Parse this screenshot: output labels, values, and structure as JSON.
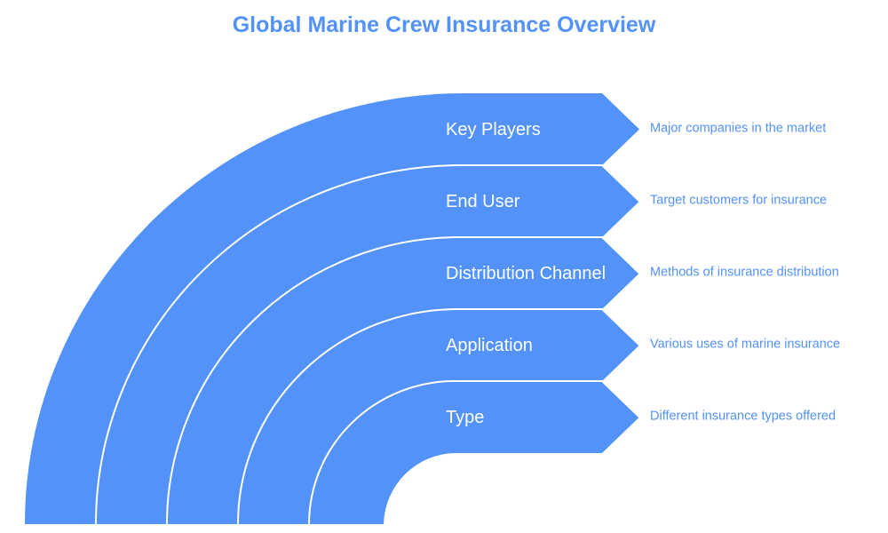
{
  "title": "Global Marine Crew Insurance Overview",
  "colors": {
    "band": "#5292f9",
    "separator": "#ffffff",
    "title": "#5292f9",
    "description": "#5292f9",
    "label": "#ffffff"
  },
  "layers": [
    {
      "label": "Key Players",
      "description": "Major companies in the market"
    },
    {
      "label": "End User",
      "description": "Target customers for insurance"
    },
    {
      "label": "Distribution Channel",
      "description": "Methods of insurance distribution"
    },
    {
      "label": "Application",
      "description": "Various uses of marine insurance"
    },
    {
      "label": "Type",
      "description": "Different insurance types offered"
    }
  ]
}
